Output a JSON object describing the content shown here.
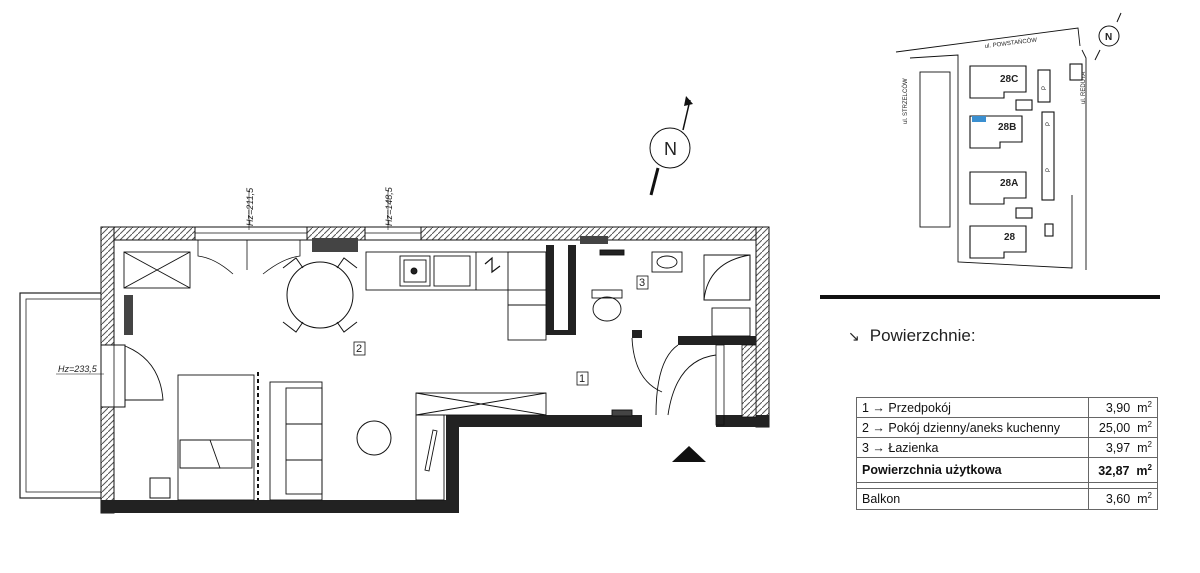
{
  "floor_plan": {
    "dimensions": [
      "Hz=211,5",
      "Hz=148,5",
      "Hz=233,5"
    ],
    "room_numbers": [
      "1",
      "2",
      "3"
    ],
    "north_label": "N"
  },
  "site_plan": {
    "north_label": "N",
    "streets": [
      "ul. POWSTAŃCÓW",
      "ul. STRZELCÓW",
      "ul. REDUTA"
    ],
    "buildings": [
      "28C",
      "28B",
      "28A",
      "28"
    ],
    "parking_labels": [
      "P",
      "P",
      "P"
    ]
  },
  "areas": {
    "title": "Powierzchnie:",
    "rows": [
      {
        "label": "1 → Przedpokój",
        "value": "3,90",
        "unit": "m",
        "sup": "2"
      },
      {
        "label": "2 → Pokój dzienny/aneks kuchenny",
        "value": "25,00",
        "unit": "m",
        "sup": "2"
      },
      {
        "label": "3 → Łazienka",
        "value": "3,97",
        "unit": "m",
        "sup": "2"
      }
    ],
    "total": {
      "label": "Powierzchnia użytkowa",
      "value": "32,87",
      "unit": "m",
      "sup": "2"
    },
    "balcony": {
      "label": "Balkon",
      "value": "3,60",
      "unit": "m",
      "sup": "2"
    }
  },
  "colors": {
    "wall": "#111111",
    "hatch": "#555555",
    "highlight": "#3a8fd0"
  }
}
